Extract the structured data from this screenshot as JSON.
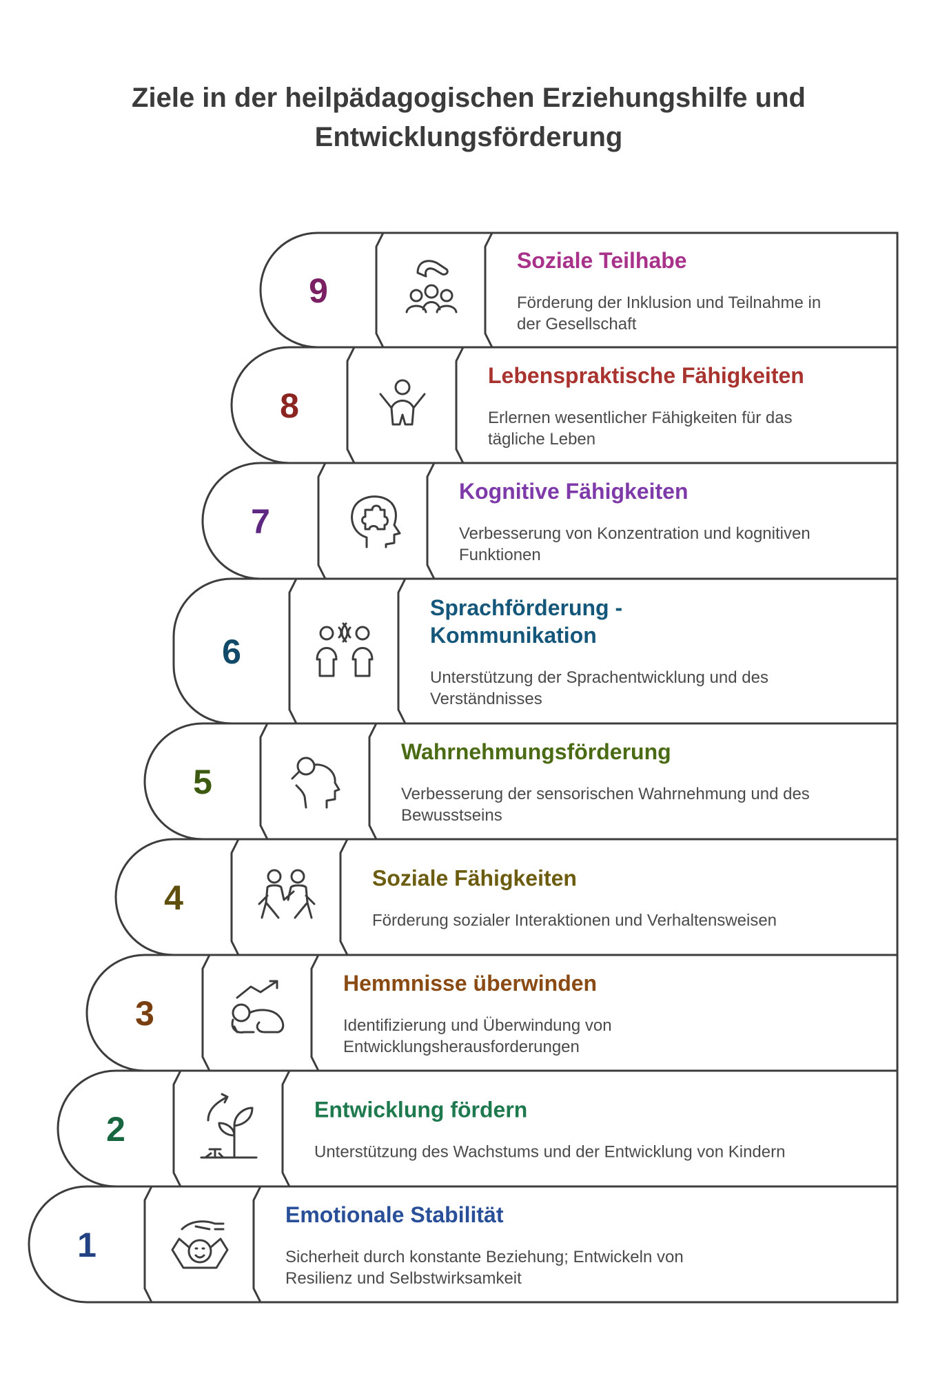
{
  "title": {
    "line1": "Ziele in der heilpädagogischen Erziehungshilfe und",
    "line2": "Entwicklungsförderung"
  },
  "steps": [
    {
      "number": "9",
      "title_lines": [
        "Soziale Teilhabe"
      ],
      "desc_lines": [
        "Förderung der Inklusion und Teilnahme in",
        "der Gesellschaft"
      ],
      "icon": "social-participation-icon",
      "colors": {
        "top": "#f9a4dc",
        "bottom": "#f06bc0",
        "title": "#a8328a",
        "num": "#7a2063"
      }
    },
    {
      "number": "8",
      "title_lines": [
        "Lebenspraktische Fähigkeiten"
      ],
      "desc_lines": [
        "Erlernen wesentlicher Fähigkeiten für das",
        "tägliche Leben"
      ],
      "icon": "child-joy-icon",
      "colors": {
        "top": "#fb9c98",
        "bottom": "#f26562",
        "title": "#a8332f",
        "num": "#8a2522"
      }
    },
    {
      "number": "7",
      "title_lines": [
        "Kognitive Fähigkeiten"
      ],
      "desc_lines": [
        "Verbesserung von Konzentration und kognitiven",
        "Funktionen"
      ],
      "icon": "head-puzzle-icon",
      "colors": {
        "top": "#e1a4fa",
        "bottom": "#c46cf0",
        "title": "#7d3aa8",
        "num": "#5e2882"
      }
    },
    {
      "number": "6",
      "title_lines": [
        "Sprachförderung -",
        "Kommunikation"
      ],
      "desc_lines": [
        "Unterstützung der Sprachentwicklung und des",
        "Verständnisses"
      ],
      "icon": "two-people-talking-icon",
      "colors": {
        "top": "#7ad9fc",
        "bottom": "#1fb8f2",
        "title": "#15577a",
        "num": "#114a68"
      }
    },
    {
      "number": "5",
      "title_lines": [
        "Wahrnehmungsförderung"
      ],
      "desc_lines": [
        "Verbesserung der sensorischen Wahrnehmung und des",
        "Bewusstseins"
      ],
      "icon": "head-magnifier-icon",
      "colors": {
        "top": "#c7ec7c",
        "bottom": "#a2d83a",
        "title": "#4a6b14",
        "num": "#3e5a10"
      }
    },
    {
      "number": "4",
      "title_lines": [
        "Soziale Fähigkeiten"
      ],
      "desc_lines": [
        "Förderung sozialer Interaktionen und Verhaltensweisen"
      ],
      "icon": "children-playing-icon",
      "colors": {
        "top": "#fdf081",
        "bottom": "#f7de2c",
        "title": "#6b5c10",
        "num": "#5e500c"
      }
    },
    {
      "number": "3",
      "title_lines": [
        "Hemmnisse überwinden"
      ],
      "desc_lines": [
        "Identifizierung und Überwindung von",
        "Entwicklungsherausforderungen"
      ],
      "icon": "crawling-baby-icon",
      "colors": {
        "top": "#fdc08f",
        "bottom": "#f79b46",
        "title": "#8a4a14",
        "num": "#7a3f10"
      }
    },
    {
      "number": "2",
      "title_lines": [
        "Entwicklung fördern"
      ],
      "desc_lines": [
        "Unterstützung des Wachstums und der Entwicklung von Kindern"
      ],
      "icon": "growing-plant-icon",
      "colors": {
        "top": "#86f3c2",
        "bottom": "#45dc97",
        "title": "#1e7a4e",
        "num": "#176640"
      }
    },
    {
      "number": "1",
      "title_lines": [
        "Emotionale Stabilität"
      ],
      "desc_lines": [
        "Sicherheit durch konstante Beziehung; Entwickeln von",
        "Resilienz und Selbstwirksamkeit"
      ],
      "icon": "hand-protecting-child-icon",
      "colors": {
        "top": "#93b9fb",
        "bottom": "#5b8ef2",
        "title": "#2a4f99",
        "num": "#234283"
      }
    }
  ]
}
